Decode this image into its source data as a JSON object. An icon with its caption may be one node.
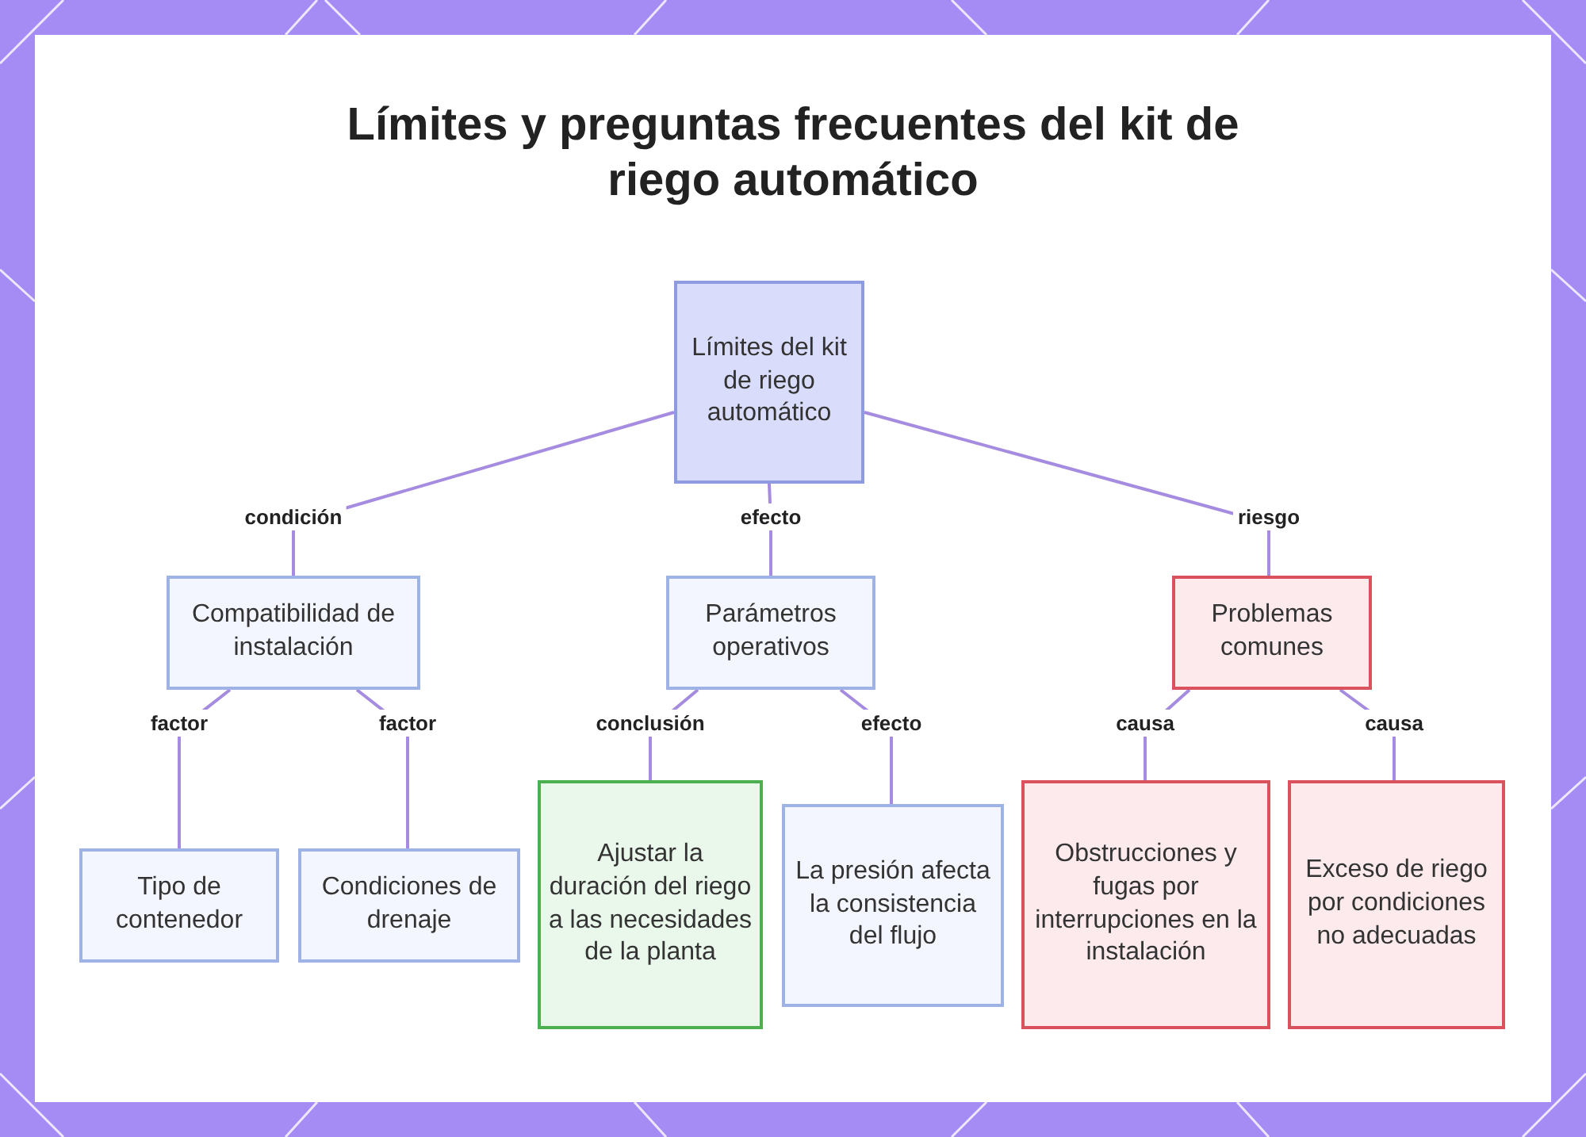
{
  "diagram": {
    "title": "Límites y preguntas frecuentes del kit de riego automático",
    "nodes": [
      {
        "text": [
          "Límites del kit de riego automático"
        ]
      },
      {
        "text": [
          "Compatibilidad de instalación"
        ]
      },
      {
        "text": [
          "Parámetros operativos"
        ]
      },
      {
        "text": [
          "Problemas comunes"
        ]
      },
      {
        "text": [
          "Tipo de contenedor"
        ]
      },
      {
        "text": [
          "Condiciones de drenaje"
        ]
      },
      {
        "text": [
          "Ajustar la duración del riego a las necesidades de la planta"
        ]
      },
      {
        "text": [
          "La presión afecta la consistencia del flujo"
        ]
      },
      {
        "text": [
          "Obstrucciones y fugas por interrupciones en la instalación"
        ]
      },
      {
        "text": [
          "Exceso de riego por condiciones no adecuadas"
        ]
      }
    ],
    "edges": [
      {
        "from": 0,
        "to": 1,
        "arrow": "none",
        "label": "condición"
      },
      {
        "from": 0,
        "to": 2,
        "arrow": "none",
        "label": "efecto"
      },
      {
        "from": 0,
        "to": 3,
        "arrow": "none",
        "label": "riesgo"
      },
      {
        "from": 1,
        "to": 4,
        "arrow": "none",
        "label": "factor"
      },
      {
        "from": 1,
        "to": 5,
        "arrow": "none",
        "label": "factor"
      },
      {
        "from": 2,
        "to": 6,
        "arrow": "none",
        "label": "conclusión"
      },
      {
        "from": 2,
        "to": 7,
        "arrow": "none",
        "label": "efecto"
      },
      {
        "from": 3,
        "to": 8,
        "arrow": "none",
        "label": "causa"
      },
      {
        "from": 3,
        "to": 9,
        "arrow": "none",
        "label": "causa"
      }
    ]
  }
}
